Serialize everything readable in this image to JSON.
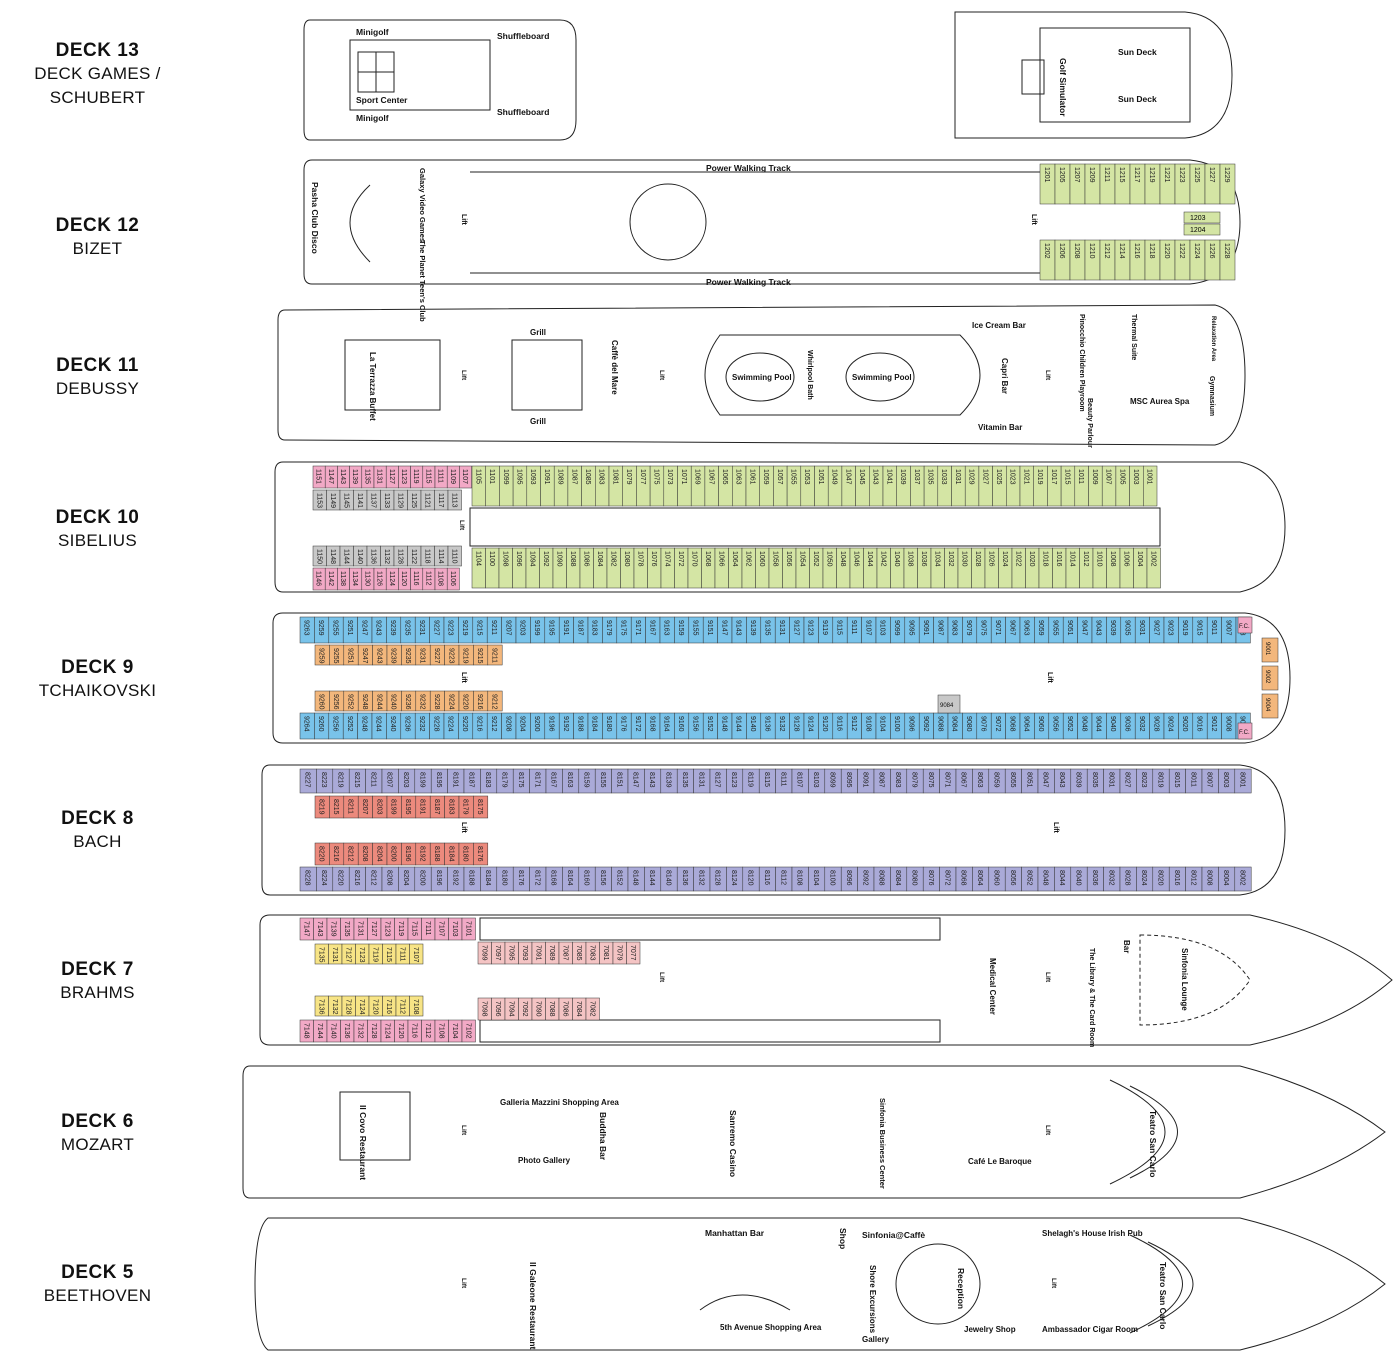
{
  "colors": {
    "green": "#d4e5a4",
    "pink": "#f2a9c6",
    "grey": "#c8c8c8",
    "blue": "#79c3ea",
    "orange": "#f3b77c",
    "purple": "#aaaad8",
    "salmon": "#ec8a7d",
    "lightpink": "#f4c4c4",
    "yellow": "#f7e486",
    "lightblue": "#a9d8ef"
  },
  "decks": [
    {
      "num": "DECK 13",
      "name1": "DECK GAMES /",
      "name2": "SCHUBERT"
    },
    {
      "num": "DECK 12",
      "name1": "BIZET",
      "name2": ""
    },
    {
      "num": "DECK 11",
      "name1": "DEBUSSY",
      "name2": ""
    },
    {
      "num": "DECK 10",
      "name1": "SIBELIUS",
      "name2": ""
    },
    {
      "num": "DECK 9",
      "name1": "TCHAIKOVSKI",
      "name2": ""
    },
    {
      "num": "DECK 8",
      "name1": "BACH",
      "name2": ""
    },
    {
      "num": "DECK 7",
      "name1": "BRAHMS",
      "name2": ""
    },
    {
      "num": "DECK 6",
      "name1": "MOZART",
      "name2": ""
    },
    {
      "num": "DECK 5",
      "name1": "BEETHOVEN",
      "name2": ""
    }
  ],
  "labels": {
    "d13": [
      "Minigolf",
      "Shuffleboard",
      "Sport Center",
      "Minigolf",
      "Shuffleboard",
      "Sun Deck",
      "Golf Simulator",
      "Sun Deck"
    ],
    "d12": [
      "Power Walking Track",
      "Power Walking Track",
      "Pasha Club Disco",
      "Galaxy Video Games",
      "The Planet Teen's Club",
      "Lift",
      "Lift",
      "1203",
      "1204"
    ],
    "d11": [
      "La Terrazza Buffet",
      "Lift",
      "Grill",
      "Grill",
      "Caffè del Mare",
      "Lift",
      "Swimming Pool",
      "Whirlpool Bath",
      "Swimming Pool",
      "Ice Cream Bar",
      "Capri Bar",
      "Vitamin Bar",
      "Lift",
      "Pinocchio Children Playroom",
      "Thermal Suite",
      "Beauty Parlour",
      "MSC Aurea Spa",
      "Gymnasium",
      "Relaxation Area"
    ],
    "d10": [
      "Lift"
    ],
    "d9": [
      "Lift",
      "Lift",
      "9084",
      "F.C.",
      "F.C.",
      "9001",
      "9002",
      "9004"
    ],
    "d8": [
      "Lift",
      "Lift"
    ],
    "d7": [
      "Lift",
      "Medical Center",
      "Lift",
      "The Library & The Card Room",
      "Bar",
      "Sinfonia Lounge"
    ],
    "d6": [
      "Il Covo Restaurant",
      "Lift",
      "Galleria Mazzini Shopping Area",
      "Photo Gallery",
      "Buddha Bar",
      "Sanremo Casino",
      "Sinfonia Business Center",
      "Café Le Baroque",
      "Lift",
      "Teatro San Carlo"
    ],
    "d5": [
      "Lift",
      "Il Galeone Restaurant",
      "Manhattan Bar",
      "5th Avenue Shopping Area",
      "Shop",
      "Shore Excursions",
      "Sinfonia@Caffè",
      "Reception",
      "Shelagh's House Irish Pub",
      "Lift",
      "Teatro San Carlo",
      "Gallery",
      "Jewelry Shop",
      "Ambassador Cigar Room"
    ]
  },
  "cabins": {
    "d12": {
      "top": [
        "1201",
        "1205",
        "1207",
        "1209",
        "1211",
        "1215",
        "1217",
        "1219",
        "1221",
        "1223",
        "1225",
        "1227",
        "1229"
      ],
      "bottom": [
        "1202",
        "1206",
        "1208",
        "1210",
        "1212",
        "1214",
        "1216",
        "1218",
        "1220",
        "1222",
        "1224",
        "1226",
        "1228"
      ]
    },
    "d10": {
      "top_pink": [
        "1151",
        "1147",
        "1143",
        "1139",
        "1135",
        "1131",
        "1127",
        "1123",
        "1119",
        "1115",
        "1111",
        "1109",
        "1107"
      ],
      "top_green": [
        "1105",
        "1101",
        "1099",
        "1095",
        "1093",
        "1091",
        "1089",
        "1087",
        "1085",
        "1083",
        "1081",
        "1079",
        "1077",
        "1075",
        "1073",
        "1071",
        "1069",
        "1067",
        "1065",
        "1063",
        "1061",
        "1059",
        "1057",
        "1055",
        "1053",
        "1051",
        "1049",
        "1047",
        "1045",
        "1043",
        "1041",
        "1039",
        "1037",
        "1035",
        "1033",
        "1031",
        "1029",
        "1027",
        "1025",
        "1023",
        "1021",
        "1019",
        "1017",
        "1015",
        "1011",
        "1009",
        "1007",
        "1005",
        "1003",
        "1001"
      ],
      "inner_top": [
        "1153",
        "1149",
        "1145",
        "1141",
        "1137",
        "1133",
        "1129",
        "1125",
        "1121",
        "1117",
        "1113"
      ],
      "inner_bottom": [
        "1150",
        "1148",
        "1144",
        "1140",
        "1136",
        "1132",
        "1128",
        "1122",
        "1118",
        "1114",
        "1110"
      ],
      "bottom_pink": [
        "1146",
        "1142",
        "1138",
        "1134",
        "1130",
        "1126",
        "1124",
        "1120",
        "1116",
        "1112",
        "1108",
        "1106"
      ],
      "bottom_green": [
        "1104",
        "1100",
        "1098",
        "1096",
        "1094",
        "1092",
        "1090",
        "1088",
        "1086",
        "1084",
        "1082",
        "1080",
        "1078",
        "1076",
        "1074",
        "1072",
        "1070",
        "1068",
        "1066",
        "1064",
        "1062",
        "1060",
        "1058",
        "1056",
        "1054",
        "1052",
        "1050",
        "1048",
        "1046",
        "1044",
        "1042",
        "1040",
        "1038",
        "1036",
        "1034",
        "1032",
        "1030",
        "1028",
        "1026",
        "1024",
        "1022",
        "1020",
        "1018",
        "1016",
        "1014",
        "1012",
        "1010",
        "1008",
        "1006",
        "1004",
        "1002"
      ]
    },
    "d9": {
      "top": [
        "9263",
        "9259",
        "9255",
        "9251",
        "9247",
        "9243",
        "9239",
        "9235",
        "9231",
        "9227",
        "9223",
        "9219",
        "9215",
        "9211",
        "9207",
        "9203",
        "9199",
        "9195",
        "9191",
        "9187",
        "9183",
        "9179",
        "9175",
        "9171",
        "9167",
        "9163",
        "9159",
        "9155",
        "9151",
        "9147",
        "9143",
        "9139",
        "9135",
        "9131",
        "9127",
        "9123",
        "9119",
        "9115",
        "9111",
        "9107",
        "9103",
        "9099",
        "9095",
        "9091",
        "9087",
        "9083",
        "9079",
        "9075",
        "9071",
        "9067",
        "9063",
        "9059",
        "9055",
        "9051",
        "9047",
        "9043",
        "9039",
        "9035",
        "9031",
        "9027",
        "9023",
        "9019",
        "9015",
        "9011",
        "9007",
        "9003"
      ],
      "bottom": [
        "9264",
        "9260",
        "9256",
        "9252",
        "9248",
        "9244",
        "9240",
        "9236",
        "9232",
        "9228",
        "9224",
        "9220",
        "9216",
        "9212",
        "9208",
        "9204",
        "9200",
        "9196",
        "9192",
        "9188",
        "9184",
        "9180",
        "9176",
        "9172",
        "9168",
        "9164",
        "9160",
        "9156",
        "9152",
        "9148",
        "9144",
        "9140",
        "9136",
        "9132",
        "9128",
        "9124",
        "9120",
        "9116",
        "9112",
        "9108",
        "9104",
        "9100",
        "9096",
        "9092",
        "9088",
        "9084",
        "9080",
        "9076",
        "9072",
        "9068",
        "9064",
        "9060",
        "9056",
        "9052",
        "9048",
        "9044",
        "9040",
        "9036",
        "9032",
        "9028",
        "9024",
        "9020",
        "9016",
        "9012",
        "9008",
        "9006"
      ]
    },
    "d8": {
      "top": [
        "8227",
        "8223",
        "8219",
        "8215",
        "8211",
        "8207",
        "8203",
        "8199",
        "8195",
        "8191",
        "8187",
        "8183",
        "8179",
        "8175",
        "8171",
        "8167",
        "8163",
        "8159",
        "8155",
        "8151",
        "8147",
        "8143",
        "8139",
        "8135",
        "8131",
        "8127",
        "8123",
        "8119",
        "8115",
        "8111",
        "8107",
        "8103",
        "8099",
        "8095",
        "8091",
        "8087",
        "8083",
        "8079",
        "8075",
        "8071",
        "8067",
        "8063",
        "8059",
        "8055",
        "8051",
        "8047",
        "8043",
        "8039",
        "8035",
        "8031",
        "8027",
        "8023",
        "8019",
        "8015",
        "8011",
        "8007",
        "8003",
        "8001"
      ],
      "bottom": [
        "8228",
        "8224",
        "8220",
        "8216",
        "8212",
        "8208",
        "8204",
        "8200",
        "8196",
        "8192",
        "8188",
        "8184",
        "8180",
        "8176",
        "8172",
        "8168",
        "8164",
        "8160",
        "8156",
        "8152",
        "8148",
        "8144",
        "8140",
        "8136",
        "8132",
        "8128",
        "8124",
        "8120",
        "8116",
        "8112",
        "8108",
        "8104",
        "8100",
        "8096",
        "8092",
        "8088",
        "8084",
        "8080",
        "8076",
        "8072",
        "8068",
        "8064",
        "8060",
        "8056",
        "8052",
        "8048",
        "8044",
        "8040",
        "8036",
        "8032",
        "8028",
        "8024",
        "8020",
        "8016",
        "8012",
        "8008",
        "8004",
        "8002"
      ]
    },
    "d7": {
      "top": [
        "7147",
        "7143",
        "7139",
        "7135",
        "7131",
        "7127",
        "7123",
        "7119",
        "7115",
        "7111",
        "7107",
        "7103",
        "7101"
      ],
      "bottom": [
        "7148",
        "7144",
        "7140",
        "7136",
        "7132",
        "7128",
        "7124",
        "7120",
        "7116",
        "7112",
        "7108",
        "7104",
        "7102"
      ],
      "mid_top": [
        "7099",
        "7097",
        "7095",
        "7093",
        "7091",
        "7089",
        "7087",
        "7085",
        "7083",
        "7081",
        "7079",
        "7077"
      ],
      "mid_bottom": [
        "7098",
        "7096",
        "7094",
        "7092",
        "7090",
        "7088",
        "7086",
        "7084",
        "7082"
      ]
    }
  }
}
